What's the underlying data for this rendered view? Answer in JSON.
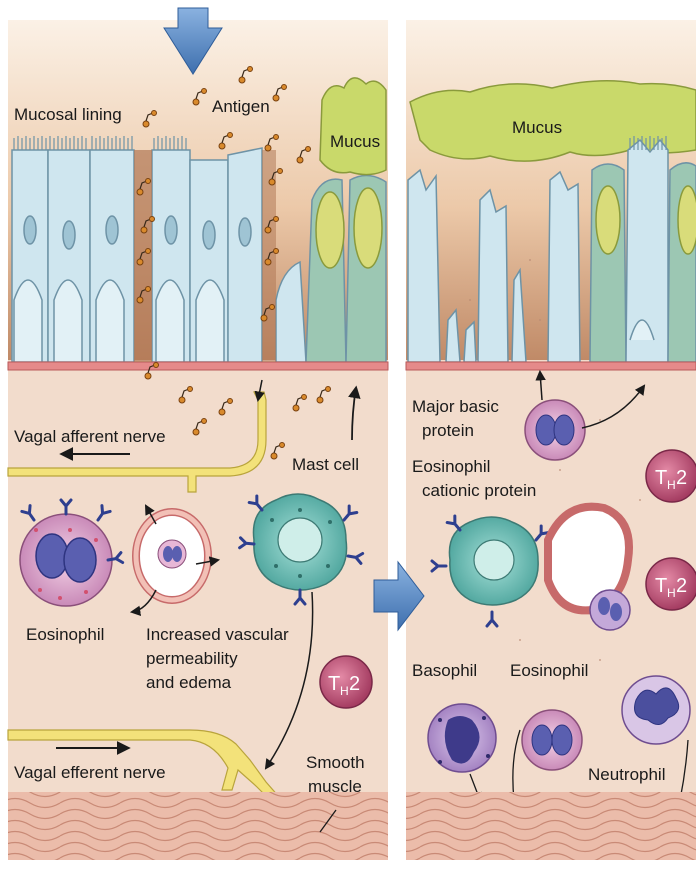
{
  "left_panel": {
    "labels": {
      "mucosal_lining": "Mucosal lining",
      "antigen": "Antigen",
      "mucus": "Mucus",
      "vagal_afferent": "Vagal afferent nerve",
      "mast_cell": "Mast cell",
      "eosinophil": "Eosinophil",
      "vascular_1": "Increased vascular",
      "vascular_2": "permeability",
      "vascular_3": "and edema",
      "vagal_efferent": "Vagal efferent nerve",
      "smooth_1": "Smooth",
      "smooth_2": "muscle",
      "th_main": "T",
      "th_sub": "H",
      "th_num": "2"
    }
  },
  "right_panel": {
    "labels": {
      "mucus": "Mucus",
      "mbp_1": "Major basic",
      "mbp_2": "protein",
      "ecp_1": "Eosinophil",
      "ecp_2": "cationic protein",
      "basophil": "Basophil",
      "eosinophil": "Eosinophil",
      "neutrophil": "Neutrophil",
      "th_main": "T",
      "th_sub": "H",
      "th_num": "2"
    }
  },
  "colors": {
    "tissue": "#f2dccc",
    "lumen_top": "#fbf1e6",
    "lumen_bottom": "#d9a98a",
    "cell": "#cfe6ef",
    "cell_stroke": "#6e93a6",
    "mucus": "#c9d96a",
    "goblet": "#8fb8a4",
    "basement": "#e58a8a",
    "nerve": "#f3e27a",
    "nerve_stroke": "#b9a43c",
    "th2": "#c0587a",
    "eosinophil": "#e7b7d6",
    "mast": "#7ec8c0",
    "basophil": "#c4a9d9",
    "muscle": "#e7b3a1",
    "arrow_blue": "#5a8fc9"
  }
}
